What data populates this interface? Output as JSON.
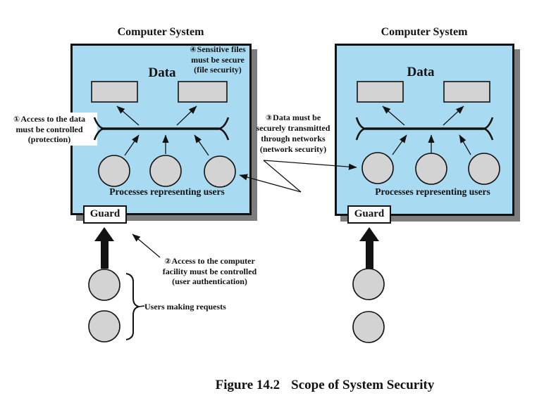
{
  "colors": {
    "panel_fill": "#a8dbf2",
    "panel_shadow": "#7d7d7d",
    "shape_fill": "#d3d3d3",
    "ink": "#121212"
  },
  "left_system": {
    "title": "Computer System",
    "data_label": "Data",
    "processes_label": "Processes representing users",
    "guard_label": "Guard"
  },
  "right_system": {
    "title": "Computer System",
    "data_label": "Data",
    "processes_label": "Processes representing users",
    "guard_label": "Guard"
  },
  "annotations": {
    "protection": {
      "num": "①",
      "lines": [
        "Access to the data",
        "must be controlled",
        "(protection)"
      ]
    },
    "authentication": {
      "num": "②",
      "lines": [
        "Access to the computer",
        "facility must be controlled",
        "(user authentication)"
      ]
    },
    "network": {
      "num": "③",
      "lines": [
        "Data must be",
        "securely transmitted",
        "through networks",
        "(network security)"
      ]
    },
    "file": {
      "num": "④",
      "lines": [
        "Sensitive files",
        "must be secure",
        "(file security)"
      ]
    }
  },
  "users_label": "Users making requests",
  "caption": {
    "figure_label": "Figure 14.2",
    "title": "Scope of System Security"
  }
}
